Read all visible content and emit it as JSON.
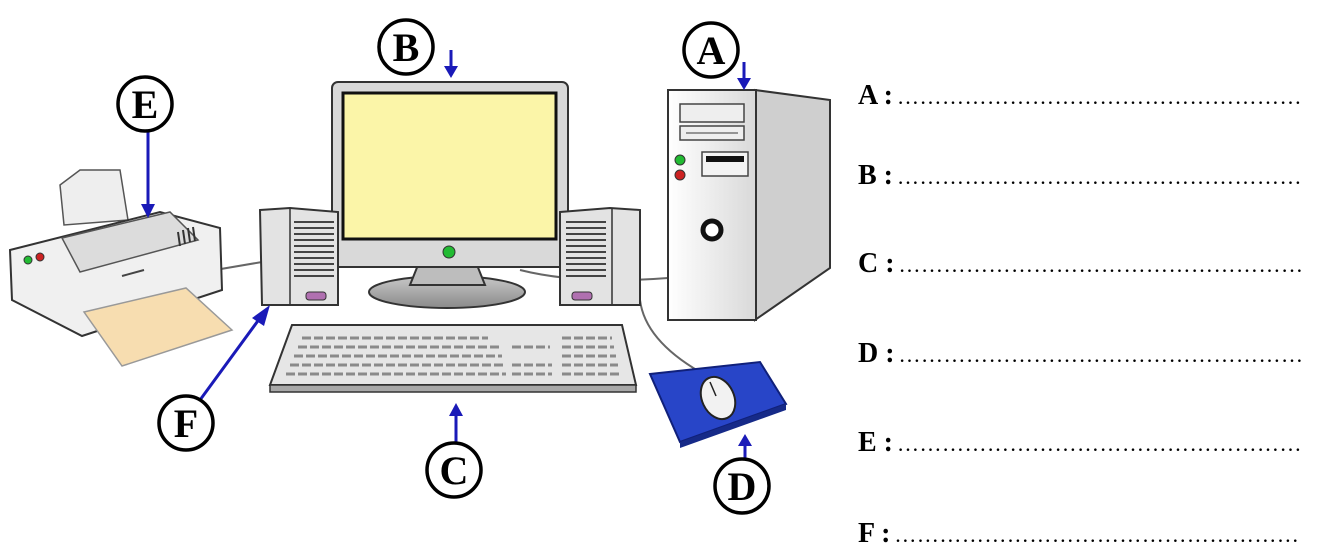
{
  "callouts": [
    {
      "letter": "A",
      "part": "system-unit"
    },
    {
      "letter": "B",
      "part": "monitor"
    },
    {
      "letter": "C",
      "part": "keyboard"
    },
    {
      "letter": "D",
      "part": "mouse"
    },
    {
      "letter": "E",
      "part": "printer"
    },
    {
      "letter": "F",
      "part": "speaker"
    }
  ],
  "answers": [
    {
      "key": "A :",
      "blank": "………………………………………………"
    },
    {
      "key": "B :",
      "blank": "………………………………………………"
    },
    {
      "key": "C :",
      "blank": "………………………………………………"
    },
    {
      "key": "D :",
      "blank": "………………………………………………"
    },
    {
      "key": "E :",
      "blank": "………………………………………………"
    },
    {
      "key": "F :",
      "blank": "………………………………………………"
    }
  ],
  "colors": {
    "arrow": "#1a1ab8",
    "screen": "#fbf5a8",
    "mousepad": "#2845c8",
    "paper": "#f7ddb0",
    "led_green": "#22bb33",
    "led_red": "#cc2222",
    "outline": "#000000"
  }
}
